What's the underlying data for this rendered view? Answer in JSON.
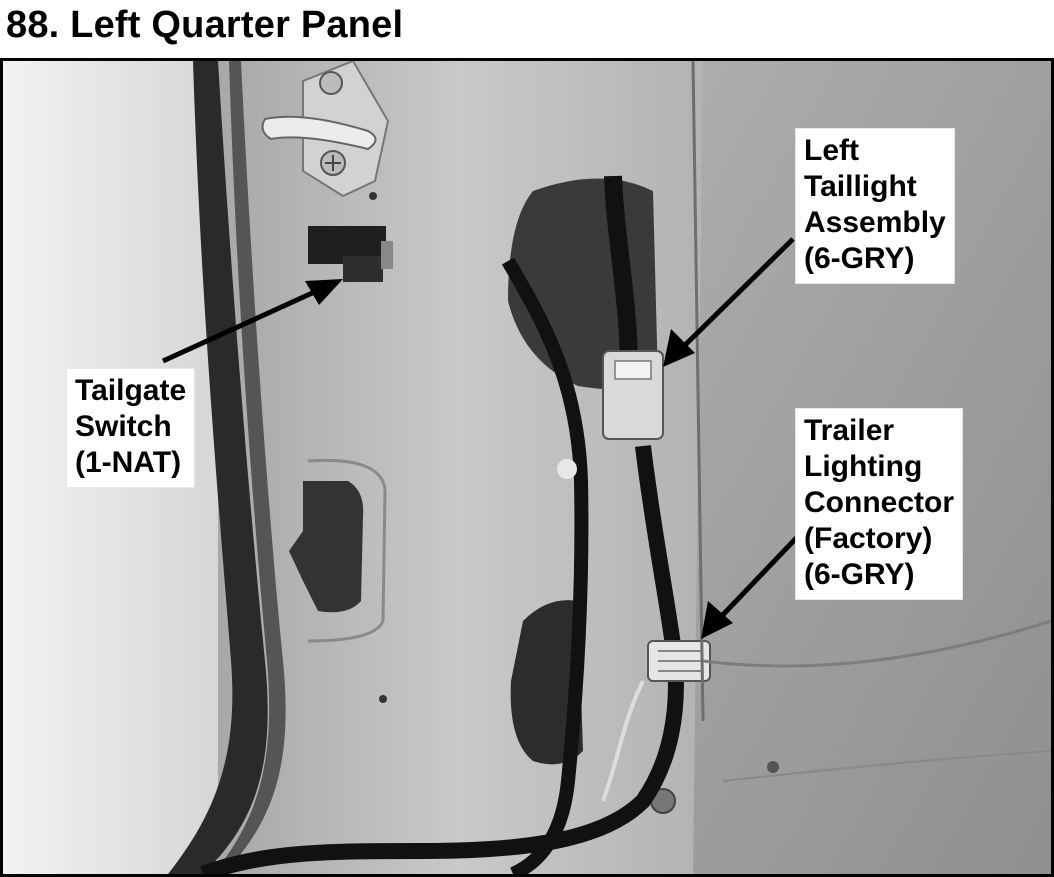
{
  "title": "88. Left Quarter Panel",
  "callouts": {
    "tailgate_switch": [
      "Tailgate",
      "Switch",
      "(1-NAT)"
    ],
    "left_taillight": [
      "Left",
      "Taillight",
      "Assembly",
      "(6-GRY)"
    ],
    "trailer_connector": [
      "Trailer",
      "Lighting",
      "Connector",
      "(Factory)",
      "(6-GRY)"
    ]
  }
}
